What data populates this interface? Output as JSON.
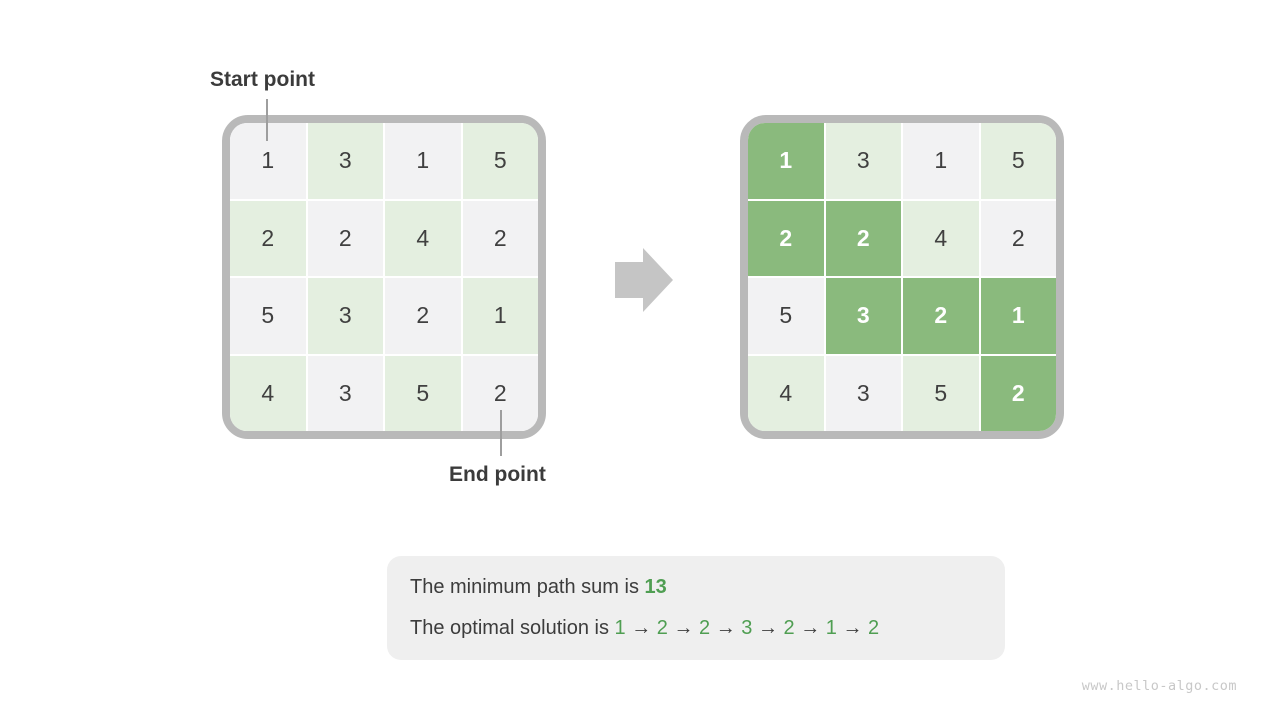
{
  "labels": {
    "start": "Start point",
    "end": "End point"
  },
  "grid": {
    "rows": 4,
    "cols": 4,
    "values": [
      [
        1,
        3,
        1,
        5
      ],
      [
        2,
        2,
        4,
        2
      ],
      [
        5,
        3,
        2,
        1
      ],
      [
        4,
        3,
        5,
        2
      ]
    ],
    "highlight_mask": [
      [
        1,
        0,
        0,
        0
      ],
      [
        1,
        1,
        0,
        0
      ],
      [
        0,
        1,
        1,
        1
      ],
      [
        0,
        0,
        0,
        1
      ]
    ]
  },
  "icons": {
    "transform_arrow": "right-block-arrow"
  },
  "summary": {
    "line1_prefix": "The minimum path sum is ",
    "min_sum": "13",
    "line2_prefix": "The optimal solution is ",
    "solution": [
      "1",
      "2",
      "2",
      "3",
      "2",
      "1",
      "2"
    ],
    "arrow_separator": "→"
  },
  "watermark": "www.hello-algo.com",
  "colors": {
    "cell_gray": "#f2f2f3",
    "cell_light_green": "#e4efe0",
    "cell_highlight_green": "#8aba7d",
    "grid_border": "#b9b9b9",
    "arrow_gray": "#c5c5c5",
    "text_dark": "#3c3c3c",
    "text_green": "#4f9e52",
    "summary_box_bg": "#efefef",
    "watermark_gray": "#c8c8c8"
  }
}
